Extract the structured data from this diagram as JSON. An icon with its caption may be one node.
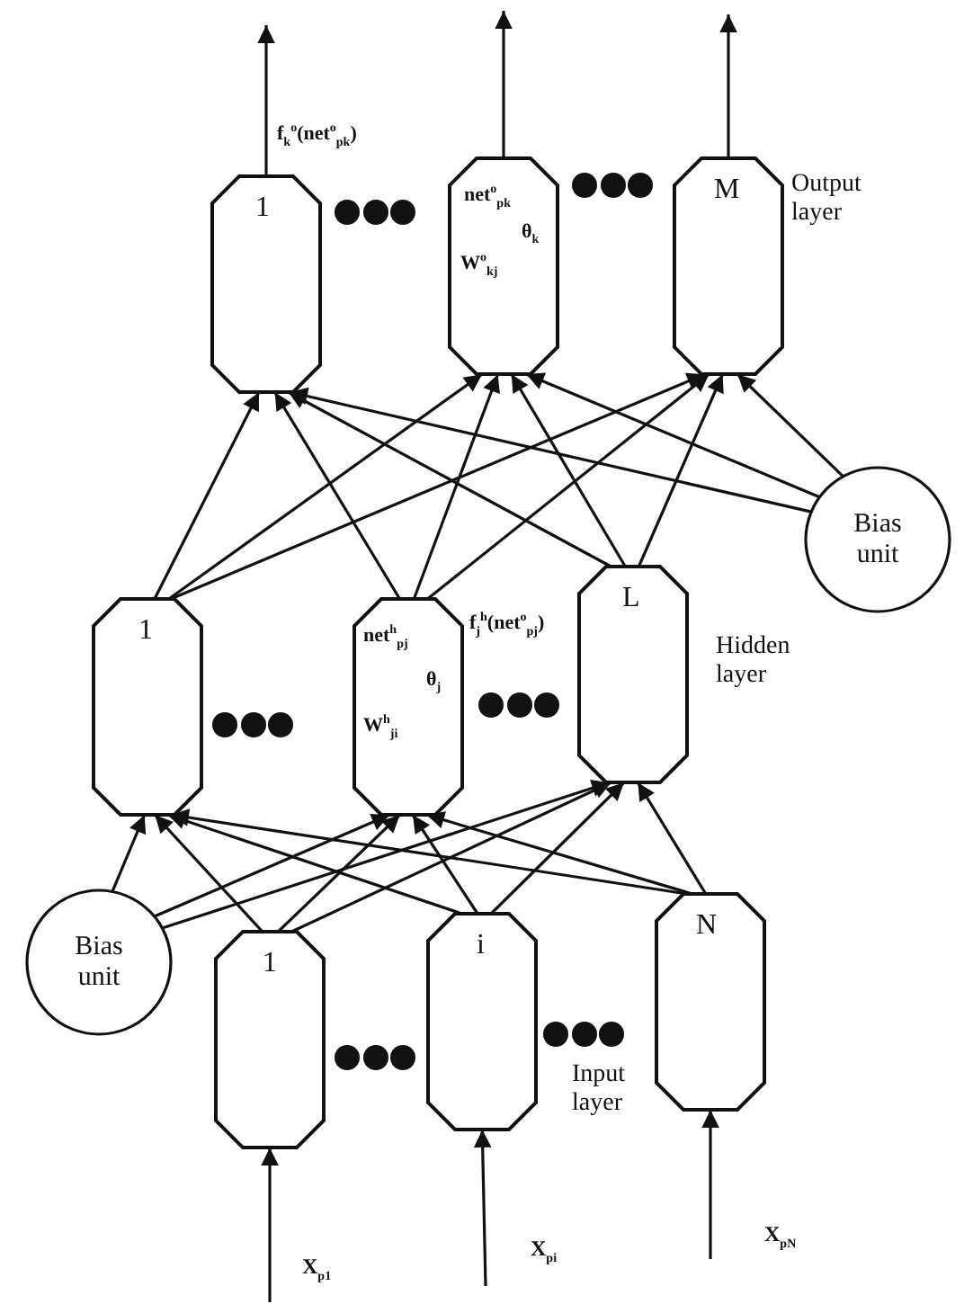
{
  "diagram": {
    "nodes": [
      {
        "text": [
          "1"
        ],
        "beside": [
          "f$_{k}$$^{o}$(net$^{o}$$_{pk}$)"
        ]
      },
      {
        "text": [
          "net$^{o}$$_{pk}$",
          "θ$_{k}$",
          "W$^{o}$$_{kj}$"
        ]
      },
      {
        "text": [
          "M"
        ]
      },
      {
        "text": [
          "Bias unit"
        ]
      },
      {
        "text": [
          "1"
        ]
      },
      {
        "text": [
          "net$^{h}$$_{pj}$",
          "θ$_{j}$",
          "W$^{h}$$_{ji}$"
        ],
        "beside": [
          "f$_{j}$$^{h}$(net$^{o}$$_{pj}$)"
        ]
      },
      {
        "text": [
          "L"
        ]
      },
      {
        "text": [
          "Bias unit"
        ]
      },
      {
        "text": [
          "1"
        ]
      },
      {
        "text": [
          "i"
        ]
      },
      {
        "text": [
          "N"
        ]
      }
    ],
    "edges": [
      {
        "from": 0,
        "to": null,
        "arrow": "to"
      },
      {
        "from": 1,
        "to": null,
        "arrow": "to"
      },
      {
        "from": 2,
        "to": null,
        "arrow": "to"
      },
      {
        "from": 3,
        "to": 0,
        "arrow": "to"
      },
      {
        "from": 3,
        "to": 1,
        "arrow": "to"
      },
      {
        "from": 3,
        "to": 2,
        "arrow": "to"
      },
      {
        "from": 4,
        "to": 0,
        "arrow": "to"
      },
      {
        "from": 4,
        "to": 1,
        "arrow": "to"
      },
      {
        "from": 4,
        "to": 2,
        "arrow": "to"
      },
      {
        "from": 5,
        "to": 0,
        "arrow": "to"
      },
      {
        "from": 5,
        "to": 1,
        "arrow": "to"
      },
      {
        "from": 5,
        "to": 2,
        "arrow": "to"
      },
      {
        "from": 6,
        "to": 0,
        "arrow": "to"
      },
      {
        "from": 6,
        "to": 1,
        "arrow": "to"
      },
      {
        "from": 6,
        "to": 2,
        "arrow": "to"
      },
      {
        "from": 7,
        "to": 4,
        "arrow": "to"
      },
      {
        "from": 7,
        "to": 5,
        "arrow": "to"
      },
      {
        "from": 7,
        "to": 6,
        "arrow": "to"
      },
      {
        "from": 8,
        "to": 4,
        "arrow": "to"
      },
      {
        "from": 8,
        "to": 5,
        "arrow": "to"
      },
      {
        "from": 8,
        "to": 6,
        "arrow": "to"
      },
      {
        "from": 9,
        "to": 4,
        "arrow": "to"
      },
      {
        "from": 9,
        "to": 5,
        "arrow": "to"
      },
      {
        "from": 9,
        "to": 6,
        "arrow": "to"
      },
      {
        "from": 10,
        "to": 4,
        "arrow": "to"
      },
      {
        "from": 10,
        "to": 5,
        "arrow": "to"
      },
      {
        "from": 10,
        "to": 6,
        "arrow": "to"
      },
      {
        "from": null,
        "to": 8,
        "arrow": "to"
      },
      {
        "from": null,
        "to": 9,
        "arrow": "to"
      },
      {
        "from": null,
        "to": 10,
        "arrow": "to"
      }
    ],
    "labels": [
      "Output layer",
      "Hidden layer",
      "Input layer",
      "X$_{p1}$",
      "X$_{pi}$",
      "X$_{pN}$"
    ]
  }
}
